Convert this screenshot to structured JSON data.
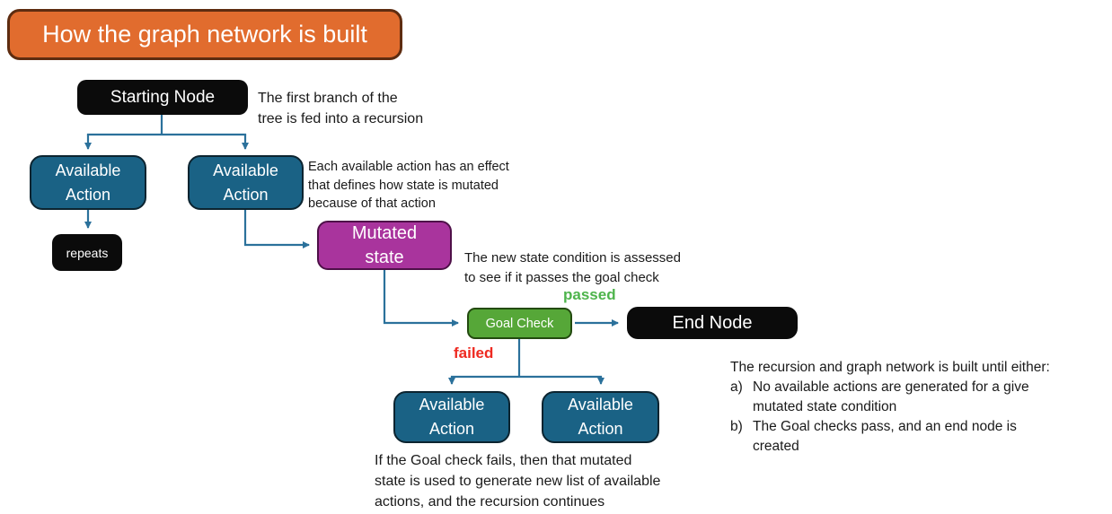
{
  "title": "How the graph network is built",
  "nodes": {
    "starting": "Starting Node",
    "available_action": "Available Action",
    "repeats": "repeats",
    "mutated_state": "Mutated state",
    "goal_check": "Goal Check",
    "end": "End Node"
  },
  "edge_labels": {
    "passed": "passed",
    "failed": "failed"
  },
  "annotations": {
    "first_branch": [
      "The first branch of the",
      "tree is fed into a recursion"
    ],
    "each_action": [
      "Each available action has an effect",
      "that defines how state is mutated",
      "because of that action"
    ],
    "new_state": [
      "The new state condition is assessed",
      "to see if it passes the goal check"
    ],
    "if_fail": [
      "If the Goal check fails, then that mutated",
      "state is used to generate new list of available",
      "actions, and the recursion continues"
    ]
  },
  "right_note": {
    "intro": "The recursion and graph network is built until either:",
    "items": [
      {
        "marker": "a)",
        "lines": [
          "No available actions are generated for a give",
          "mutated state condition"
        ]
      },
      {
        "marker": "b)",
        "lines": [
          "The Goal checks pass, and an end node is",
          "created"
        ]
      }
    ]
  },
  "colors": {
    "title_fill": "#e16c2e",
    "node_black": "#0b0b0b",
    "node_teal": "#1a6285",
    "node_magenta": "#a9349d",
    "node_green": "#56a738",
    "edge_line": "#2b719b",
    "passed_text": "#4eb44c",
    "failed_text": "#ee2a21"
  }
}
